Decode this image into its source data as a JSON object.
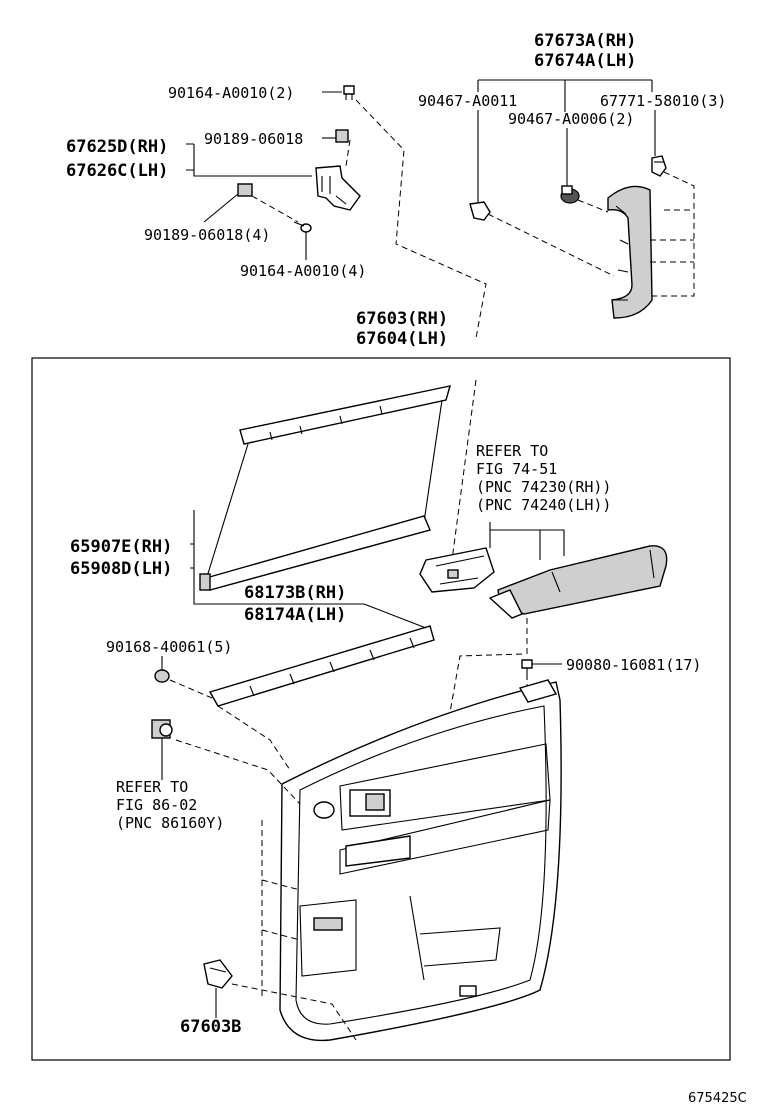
{
  "labels": {
    "trim_panel_rh": "67673A(RH)",
    "trim_panel_lh": "67674A(LH)",
    "clip_a0011": "90467-A0011",
    "clip_58010": "67771-58010(3)",
    "clip_a0006": "90467-A0006(2)",
    "screw_top": "90164-A0010(2)",
    "bracket_rh": "67625D(RH)",
    "bracket_lh": "67626C(LH)",
    "nut_06018": "90189-06018",
    "nut_06018_4": "90189-06018(4)",
    "screw_4": "90164-A0010(4)",
    "board_rh": "67603(RH)",
    "board_lh": "67604(LH)",
    "refer_74_line1": "REFER TO",
    "refer_74_line2": "FIG 74-51",
    "refer_74_line3": "(PNC 74230(RH))",
    "refer_74_line4": "(PNC 74240(LH))",
    "shade_rh": "65907E(RH)",
    "shade_lh": "65908D(LH)",
    "strip_rh": "68173B(RH)",
    "strip_lh": "68174A(LH)",
    "clip_40061": "90168-40061(5)",
    "screw_16081": "90080-16081(17)",
    "refer_86_line1": "REFER TO",
    "refer_86_line2": "FIG 86-02",
    "refer_86_line3": "(PNC 86160Y)",
    "clip_67603b": "67603B",
    "figure_code": "675425C"
  }
}
